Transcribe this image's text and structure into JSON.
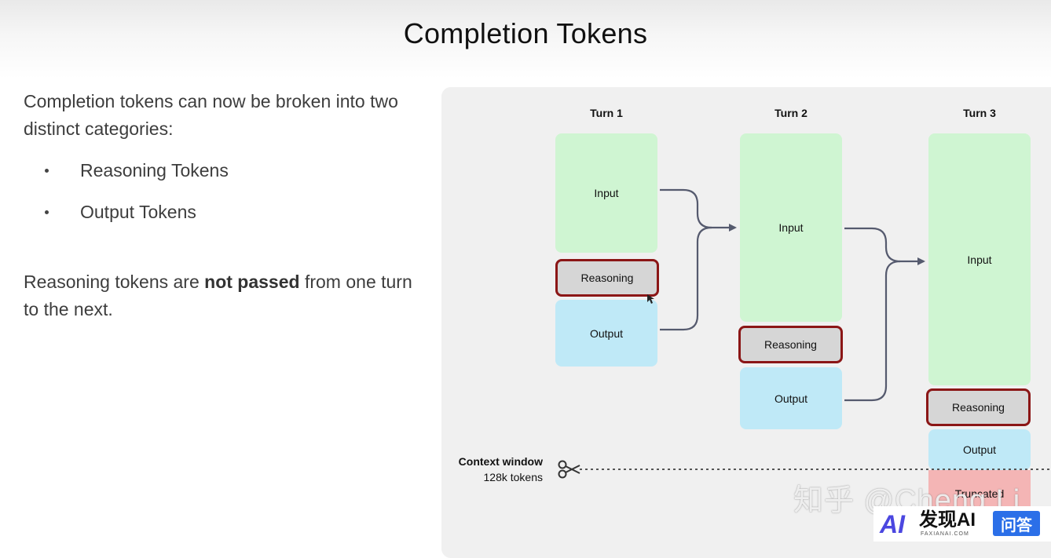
{
  "slide": {
    "title": "Completion Tokens",
    "intro": "Completion tokens can now be broken into two distinct categories:",
    "bullets": [
      "Reasoning Tokens",
      "Output Tokens"
    ],
    "note_before": "Reasoning tokens are ",
    "note_bold": "not passed",
    "note_after": " from one turn to the next."
  },
  "diagram": {
    "turns": [
      {
        "label": "Turn 1",
        "input": "Input",
        "reasoning": "Reasoning",
        "output": "Output"
      },
      {
        "label": "Turn 2",
        "input": "Input",
        "reasoning": "Reasoning",
        "output": "Output"
      },
      {
        "label": "Turn 3",
        "input": "Input",
        "reasoning": "Reasoning",
        "output": "Output",
        "truncated": "Truncated"
      }
    ],
    "context_window": {
      "label": "Context window",
      "size": "128k tokens"
    },
    "colors": {
      "input": "#cff5d2",
      "output": "#bfe9f7",
      "reasoning_fill": "#d6d6d6",
      "reasoning_border": "#8b1616",
      "truncated": "#f4b5b5",
      "arrow": "#555a6e"
    }
  },
  "watermark": {
    "text": "知乎 @Cheng Li",
    "badge_mark": "AI",
    "badge_name": "发现AI",
    "badge_sub": "FAXIANAI.COM",
    "badge_qa": "问答"
  }
}
